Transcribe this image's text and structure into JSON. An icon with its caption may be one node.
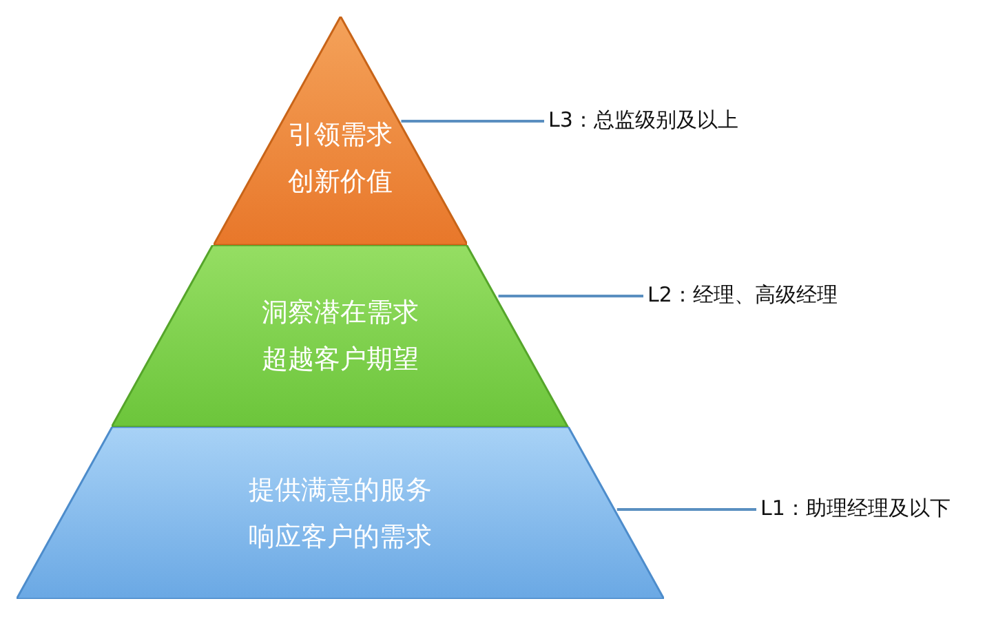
{
  "diagram": {
    "nodes": [
      {
        "text": [
          "引领需求",
          "创新价值"
        ]
      },
      {
        "text": [
          "洞察潜在需求",
          "超越客户期望"
        ]
      },
      {
        "text": [
          "提供满意的服务",
          "响应客户的需求"
        ]
      },
      {
        "text": [
          "L3：总监级别及以上"
        ]
      },
      {
        "text": [
          "L2：经理、高级经理"
        ]
      },
      {
        "text": [
          "L1：助理经理及以下"
        ]
      }
    ],
    "edges": [
      {
        "from": 3,
        "to": 0,
        "arrow": "none"
      },
      {
        "from": 4,
        "to": 1,
        "arrow": "none"
      },
      {
        "from": 5,
        "to": 2,
        "arrow": "none"
      }
    ]
  }
}
